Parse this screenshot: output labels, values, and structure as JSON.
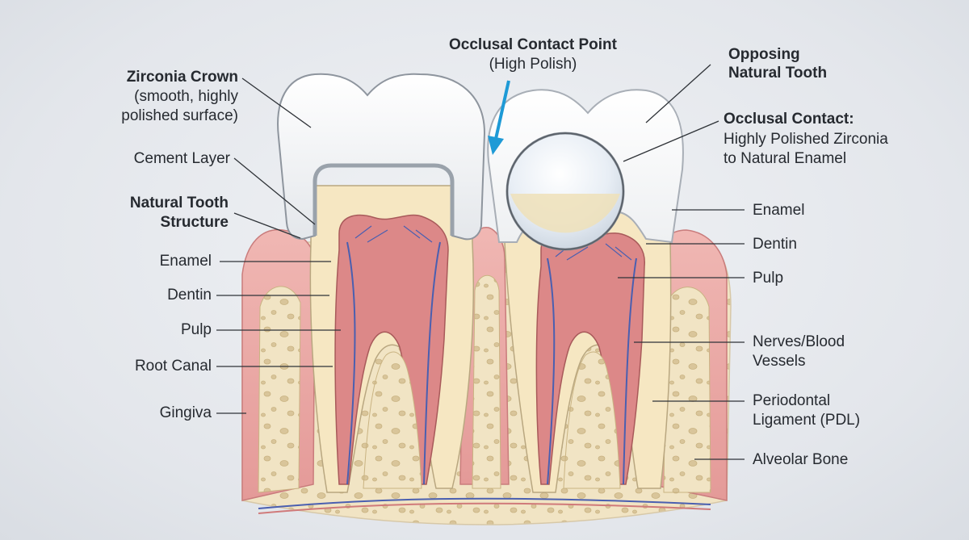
{
  "labels": {
    "occlusal_contact_point": "Occlusal Contact Point",
    "high_polish": "(High Polish)",
    "opposing_line1": "Opposing",
    "opposing_line2": "Natural Tooth",
    "zirconia_crown": "Zirconia Crown",
    "zirconia_sub1": "(smooth, highly",
    "zirconia_sub2": "polished surface)",
    "cement_layer": "Cement Layer",
    "natural_structure_line1": "Natural Tooth",
    "natural_structure_line2": "Structure",
    "occlusal_contact_title": "Occlusal Contact:",
    "occlusal_contact_sub1": "Highly Polished Zirconia",
    "occlusal_contact_sub2": "to Natural Enamel",
    "left": {
      "enamel": "Enamel",
      "dentin": "Dentin",
      "pulp": "Pulp",
      "root_canal": "Root Canal",
      "gingiva": "Gingiva"
    },
    "right": {
      "enamel": "Enamel",
      "dentin": "Dentin",
      "pulp": "Pulp",
      "nerves_line1": "Nerves/Blood",
      "nerves_line2": "Vessels",
      "pdl_line1": "Periodontal",
      "pdl_line2": "Ligament (PDL)",
      "alveolar_bone": "Alveolar Bone"
    }
  },
  "colors": {
    "arrow": "#1e9ad6",
    "gingiva": "#e8a3a3",
    "dentin": "#f5e6c0",
    "pulp": "#d98080",
    "bone": "#efe1bd",
    "crown": "#f7f8fa"
  }
}
